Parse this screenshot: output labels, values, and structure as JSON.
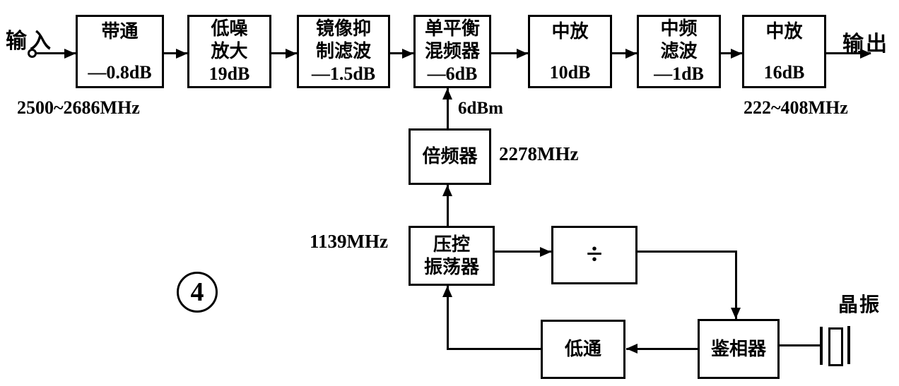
{
  "figure": {
    "number": "4"
  },
  "io": {
    "input": "输入",
    "output": "输出"
  },
  "labels": {
    "input_band": "2500~2686MHz",
    "output_band": "222~408MHz",
    "lo_level": "6dBm",
    "multiplier_freq": "2278MHz",
    "vco_freq": "1139MHz",
    "crystal": "晶振"
  },
  "blocks": {
    "bandpass": {
      "line1": "带通",
      "line2": "—0.8dB"
    },
    "lna": {
      "line1": "低噪",
      "line2": "放大",
      "line3": "19dB"
    },
    "image_reject_filter": {
      "line1": "镜像抑",
      "line2": "制滤波",
      "line3": "—1.5dB"
    },
    "mixer": {
      "line1": "单平衡",
      "line2": "混频器",
      "line3": "—6dB"
    },
    "if_amp_1": {
      "line1": "中放",
      "line2": "10dB"
    },
    "if_filter": {
      "line1": "中频",
      "line2": "滤波",
      "line3": "—1dB"
    },
    "if_amp_2": {
      "line1": "中放",
      "line2": "16dB"
    },
    "frequency_multiplier": {
      "line1": "倍频器"
    },
    "vco": {
      "line1": "压控",
      "line2": "振荡器"
    },
    "divider": {
      "line1": "÷"
    },
    "lowpass": {
      "line1": "低通"
    },
    "phase_detector": {
      "line1": "鉴相器"
    }
  }
}
